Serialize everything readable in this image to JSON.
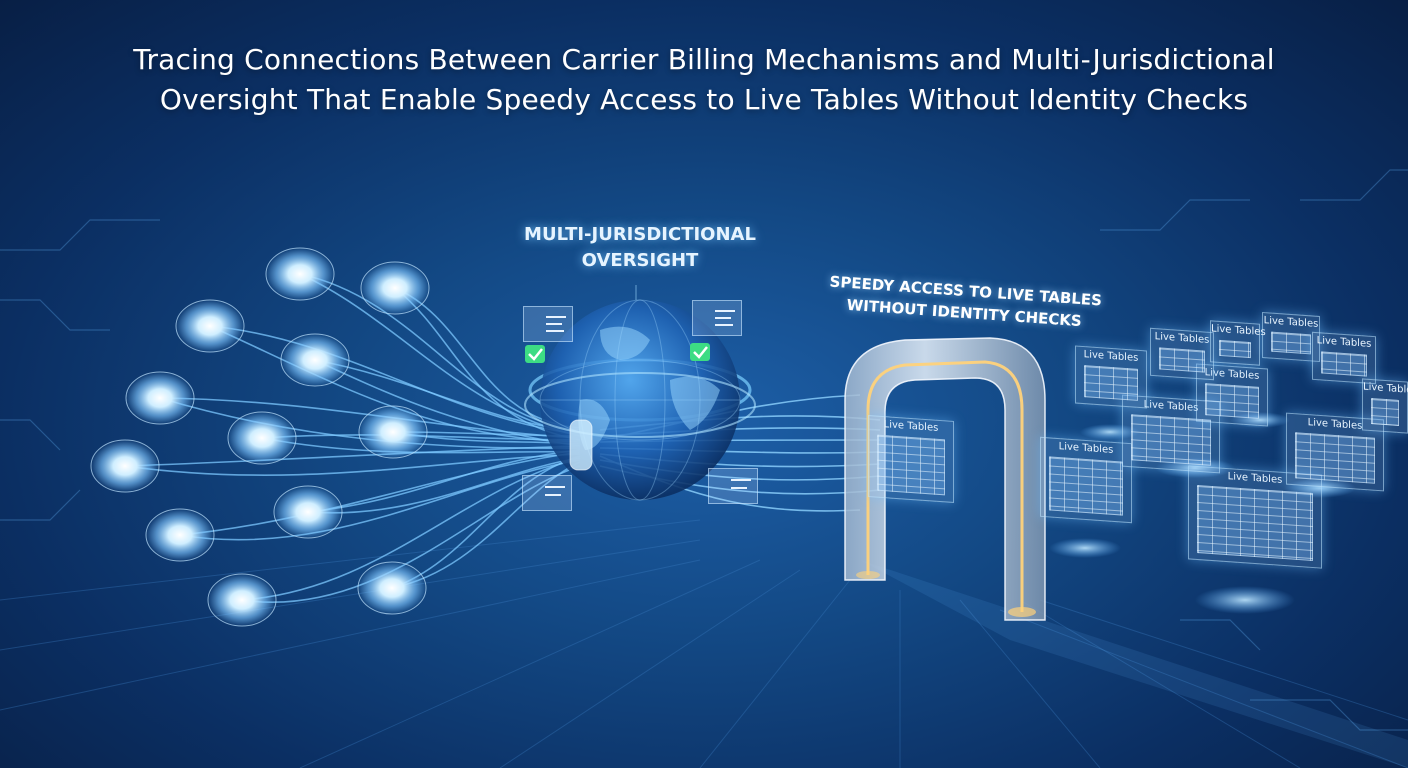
{
  "title": {
    "line1": "Tracing Connections Between Carrier Billing Mechanisms and Multi-Jurisdictional",
    "line2": "Oversight That Enable Speedy Access to Live Tables Without Identity Checks"
  },
  "labels": {
    "oversight_line1": "MULTI-JURISDICTIONAL",
    "oversight_line2": "OVERSIGHT",
    "access_line1": "SPEEDY ACCESS TO LIVE TABLES",
    "access_line2": "WITHOUT IDENTITY CHECKS"
  },
  "table_cards": [
    {
      "title": "Live Tables"
    },
    {
      "title": "Live Tables"
    },
    {
      "title": "Live Tables"
    },
    {
      "title": "Live Tables"
    },
    {
      "title": "Live Tables"
    },
    {
      "title": "Live Tables"
    },
    {
      "title": "Live Tables"
    },
    {
      "title": "Live Tables"
    },
    {
      "title": "Live Tables"
    },
    {
      "title": "Live Tables"
    },
    {
      "title": "Live Tables"
    },
    {
      "title": "Live Tables"
    }
  ],
  "colors": {
    "background_center": "#1d5fa8",
    "background_edge": "#081f45",
    "fiber": "#7cc8ff",
    "glow": "#ffd27a",
    "check": "#3ddc84"
  },
  "icons": [
    "node-icon",
    "globe-icon",
    "scale-icon",
    "check-icon",
    "gateway-arch-icon",
    "table-icon"
  ]
}
